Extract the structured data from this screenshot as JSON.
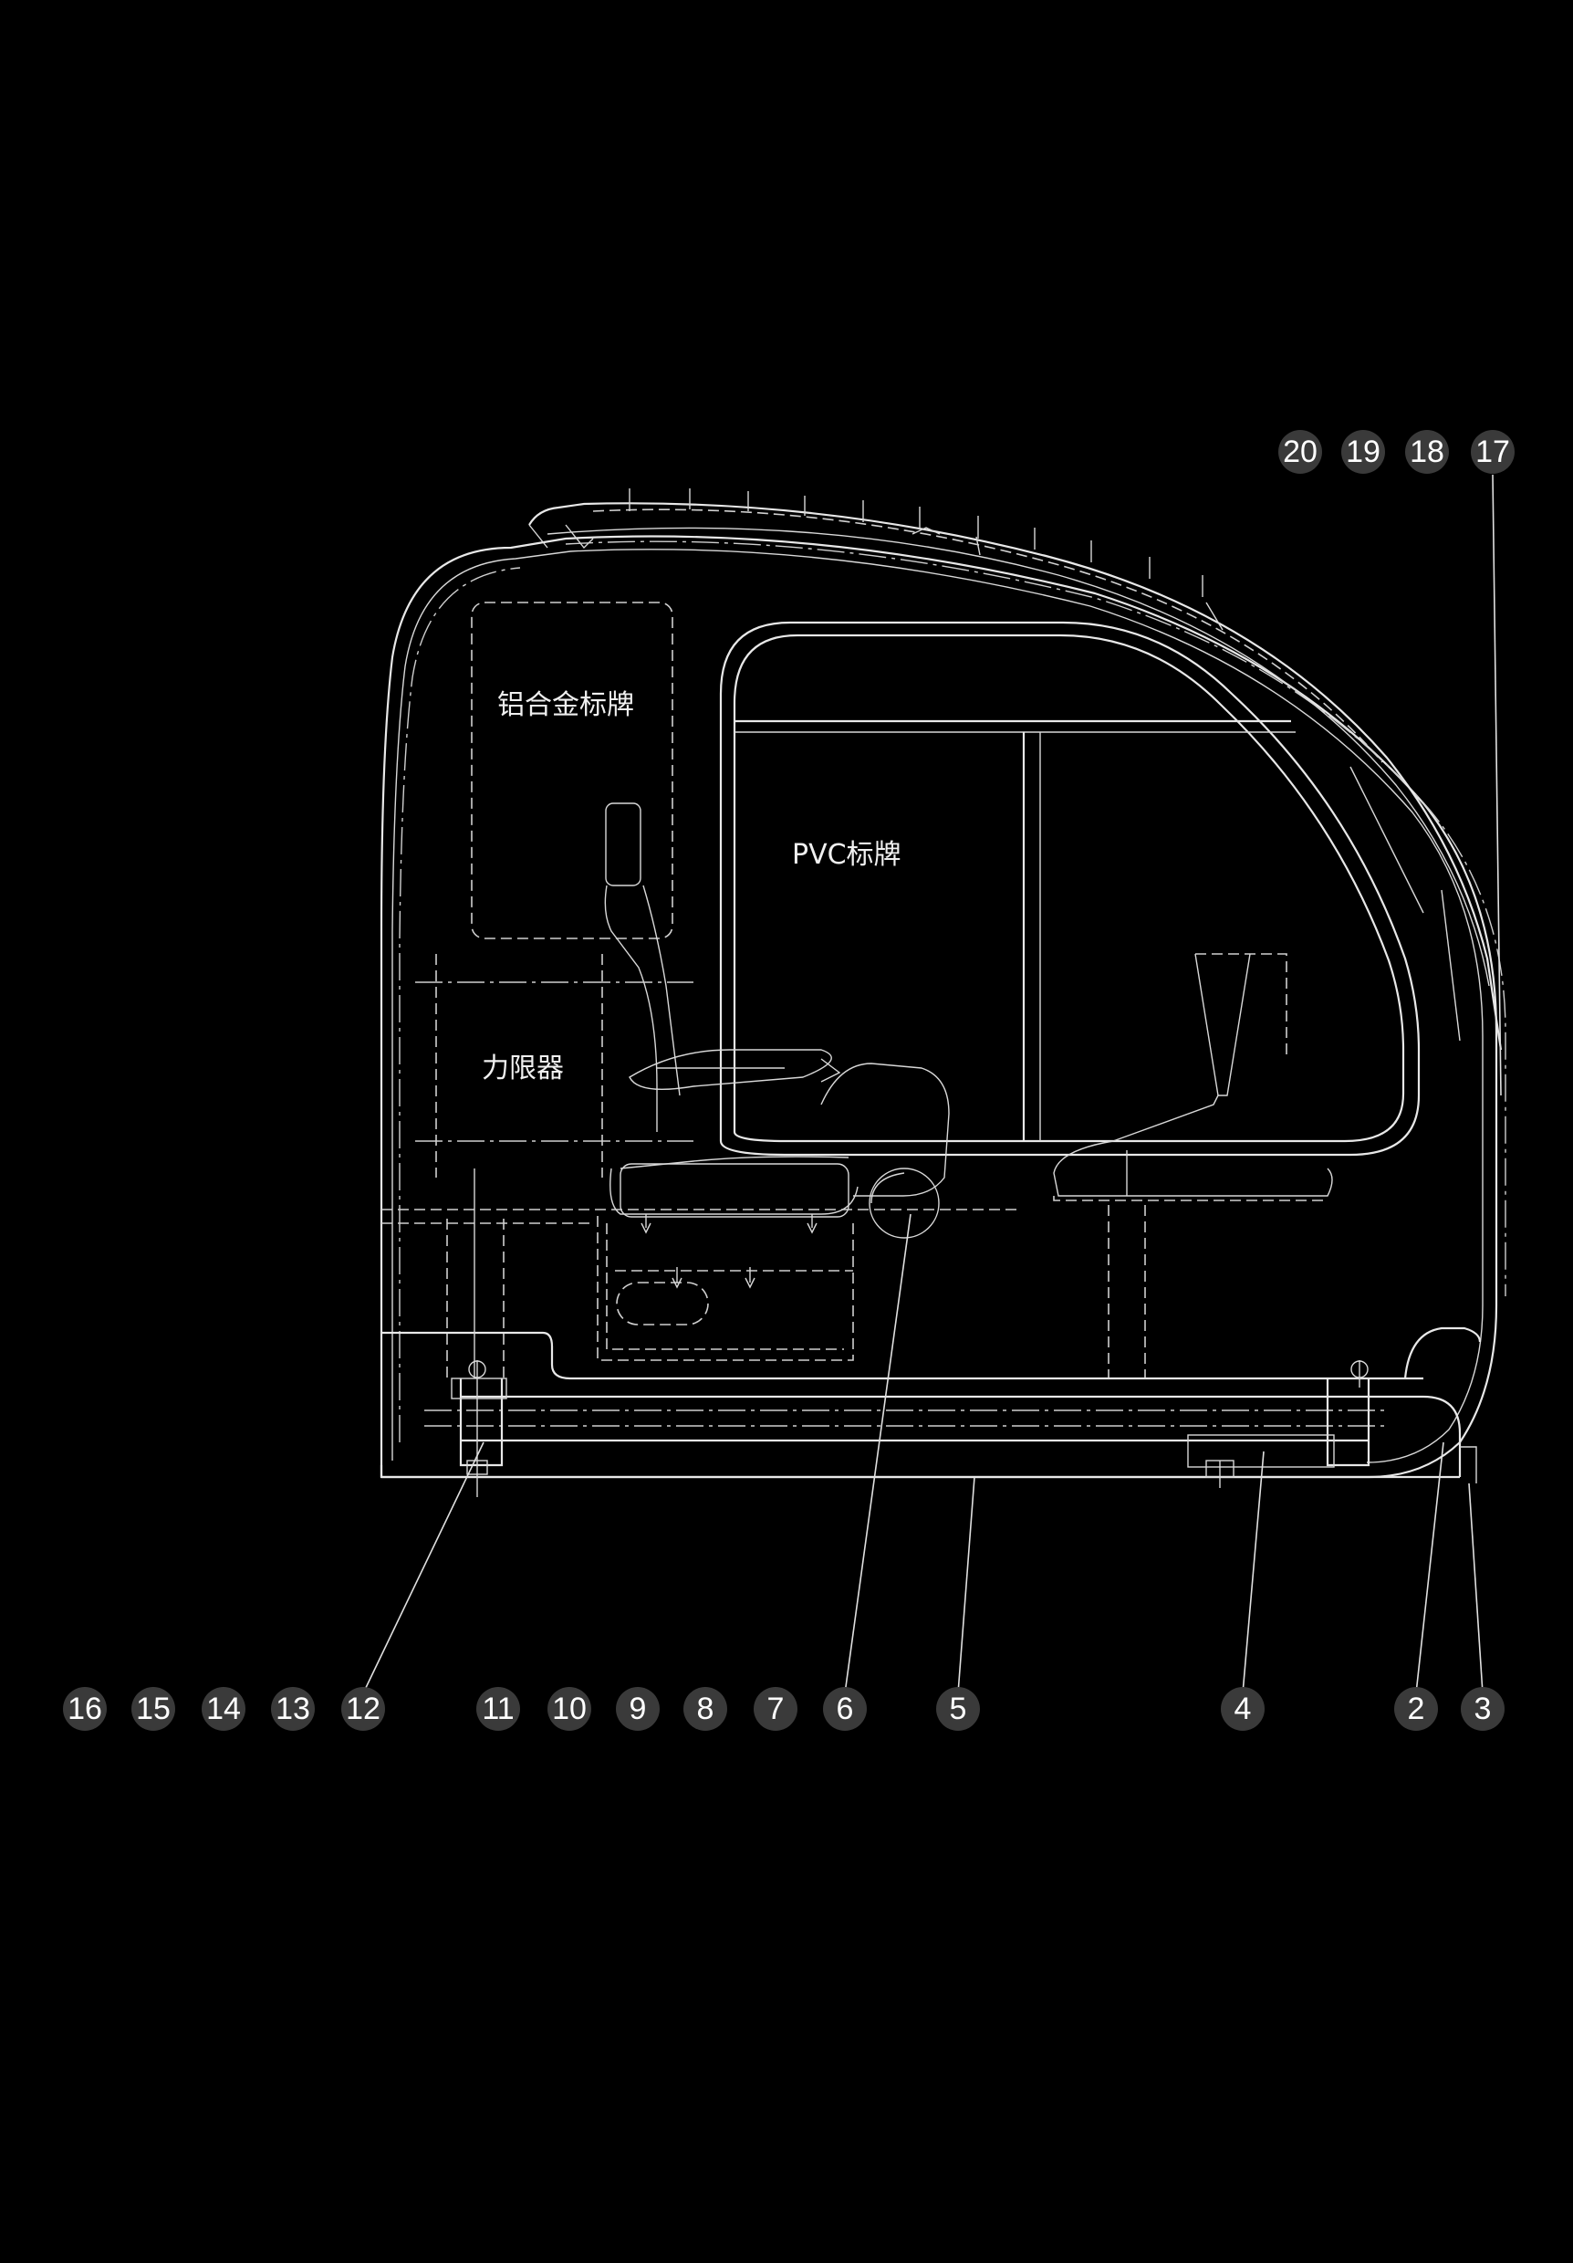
{
  "labels": {
    "aluminum_plate": "铝合金标牌",
    "pvc_plate": "PVC标牌",
    "force_limiter": "力限器"
  },
  "callouts": {
    "top": [
      "20",
      "19",
      "18",
      "17"
    ],
    "bottom": [
      "16",
      "15",
      "14",
      "13",
      "12",
      "11",
      "10",
      "9",
      "8",
      "7",
      "6",
      "5",
      "4",
      "2",
      "3"
    ]
  },
  "colors": {
    "background": "#000000",
    "line": "#e8e8e8",
    "callout_fill": "#3a3a3a",
    "callout_text": "#ffffff"
  }
}
